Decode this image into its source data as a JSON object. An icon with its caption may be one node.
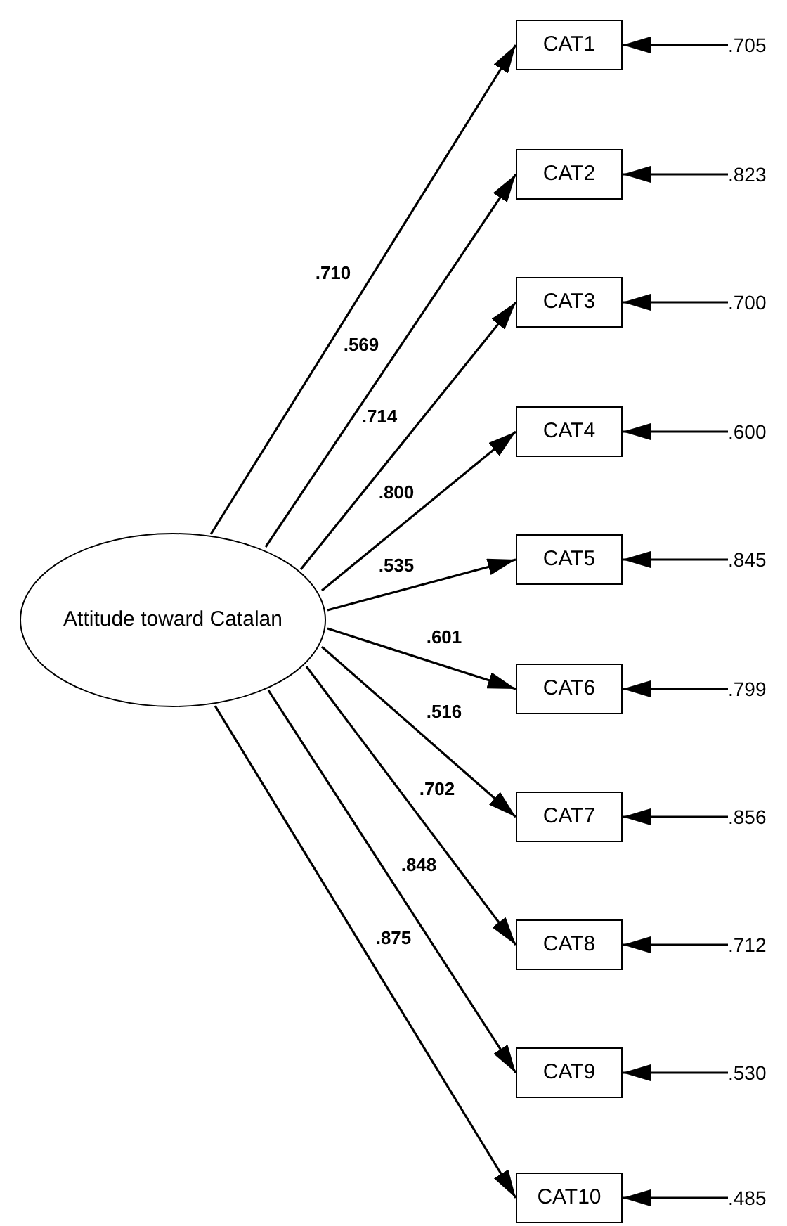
{
  "diagram": {
    "nodes": [
      {
        "text": [
          "Attitude toward Catalan"
        ]
      },
      {
        "text": [
          "CAT1"
        ]
      },
      {
        "text": [
          "CAT2"
        ]
      },
      {
        "text": [
          "CAT3"
        ]
      },
      {
        "text": [
          "CAT4"
        ]
      },
      {
        "text": [
          "CAT5"
        ]
      },
      {
        "text": [
          "CAT6"
        ]
      },
      {
        "text": [
          "CAT7"
        ]
      },
      {
        "text": [
          "CAT8"
        ]
      },
      {
        "text": [
          "CAT9"
        ]
      },
      {
        "text": [
          "CAT10"
        ]
      },
      {
        "text": [
          ".705"
        ]
      },
      {
        "text": [
          ".823"
        ]
      },
      {
        "text": [
          ".700"
        ]
      },
      {
        "text": [
          ".600"
        ]
      },
      {
        "text": [
          ".845"
        ]
      },
      {
        "text": [
          ".799"
        ]
      },
      {
        "text": [
          ".856"
        ]
      },
      {
        "text": [
          ".712"
        ]
      },
      {
        "text": [
          ".530"
        ]
      },
      {
        "text": [
          ".485"
        ]
      }
    ],
    "edges": [
      {
        "from": 0,
        "to": 1,
        "arrow": "to",
        "label": ".710"
      },
      {
        "from": 0,
        "to": 2,
        "arrow": "to",
        "label": ".569"
      },
      {
        "from": 0,
        "to": 3,
        "arrow": "to",
        "label": ".714"
      },
      {
        "from": 0,
        "to": 4,
        "arrow": "to",
        "label": ".800"
      },
      {
        "from": 0,
        "to": 5,
        "arrow": "to",
        "label": ".535"
      },
      {
        "from": 0,
        "to": 6,
        "arrow": "to",
        "label": ".601"
      },
      {
        "from": 0,
        "to": 7,
        "arrow": "to",
        "label": ".516"
      },
      {
        "from": 0,
        "to": 8,
        "arrow": "to",
        "label": ".702"
      },
      {
        "from": 0,
        "to": 9,
        "arrow": "to",
        "label": ".848"
      },
      {
        "from": 0,
        "to": 10,
        "arrow": "to",
        "label": ".875"
      },
      {
        "from": 11,
        "to": 1,
        "arrow": "to"
      },
      {
        "from": 12,
        "to": 2,
        "arrow": "to"
      },
      {
        "from": 13,
        "to": 3,
        "arrow": "to"
      },
      {
        "from": 14,
        "to": 4,
        "arrow": "to"
      },
      {
        "from": 15,
        "to": 5,
        "arrow": "to"
      },
      {
        "from": 16,
        "to": 6,
        "arrow": "to"
      },
      {
        "from": 17,
        "to": 7,
        "arrow": "to"
      },
      {
        "from": 18,
        "to": 8,
        "arrow": "to"
      },
      {
        "from": 19,
        "to": 9,
        "arrow": "to"
      },
      {
        "from": 20,
        "to": 10,
        "arrow": "to"
      }
    ]
  }
}
